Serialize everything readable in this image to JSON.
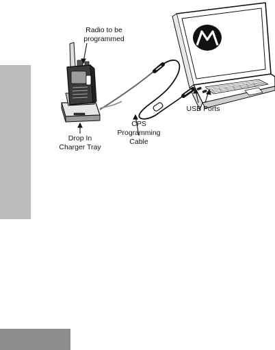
{
  "labels": {
    "radio_line1": "Radio to be",
    "radio_line2": "programmed",
    "cps_line1": "CPS",
    "cps_line2": "Programming",
    "cps_line3": "Cable",
    "usb": "USB Ports",
    "charger_line1": "Drop In",
    "charger_line2": "Charger Tray"
  },
  "icons": {
    "laptop_logo": "motorola-logo-icon"
  },
  "colors": {
    "side_tab": "#bcbcbc",
    "footer_tab": "#8c8c8c",
    "ink": "#111111"
  }
}
